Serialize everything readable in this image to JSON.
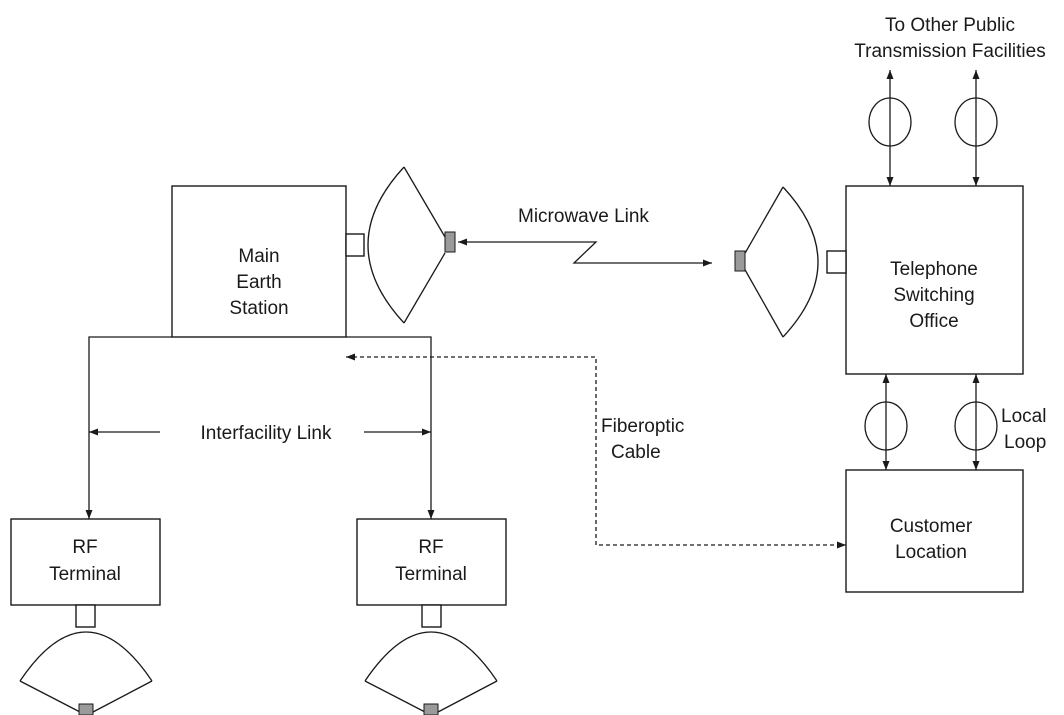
{
  "nodes": {
    "main_earth_station": [
      "Main",
      "Earth",
      "Station"
    ],
    "telephone_switching_office": [
      "Telephone",
      "Switching",
      "Office"
    ],
    "rf_terminal_left": [
      "RF",
      "Terminal"
    ],
    "rf_terminal_right": [
      "RF",
      "Terminal"
    ],
    "customer_location": [
      "Customer",
      "Location"
    ]
  },
  "edges": {
    "microwave_link": "Microwave Link",
    "interfacility_link": "Interfacility Link",
    "fiberoptic_cable": [
      "Fiberoptic",
      "Cable"
    ],
    "local_loop": [
      "Local",
      "Loop"
    ],
    "other_facilities": [
      "To Other Public",
      "Transmission Facilities"
    ]
  }
}
